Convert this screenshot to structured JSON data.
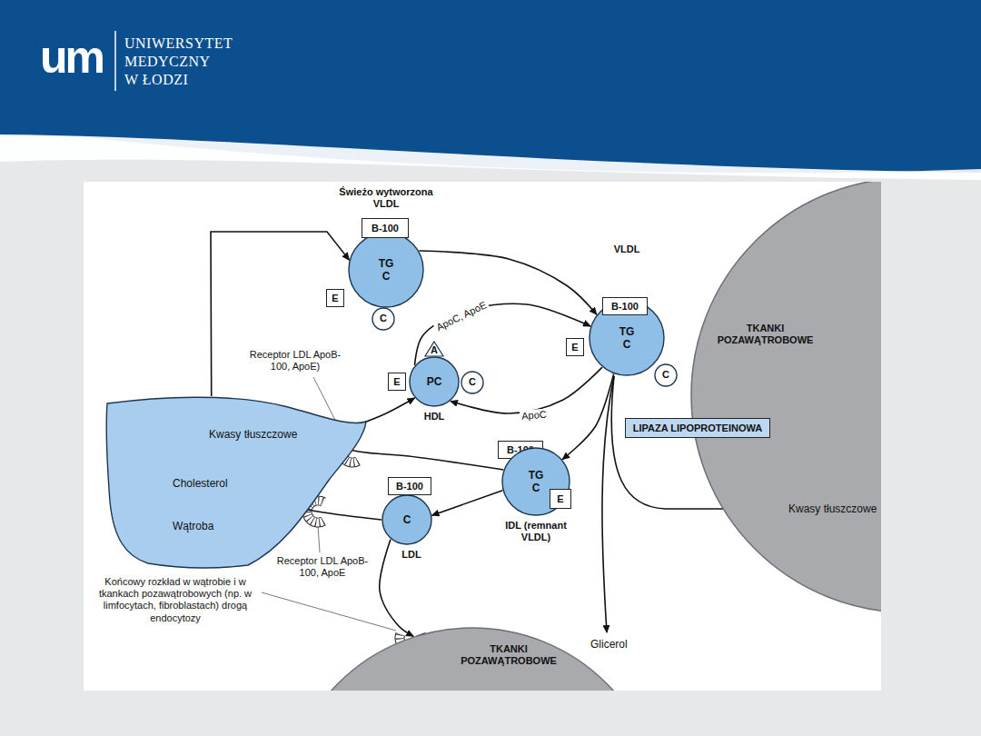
{
  "diagram": {
    "nodes": [
      {
        "text": [
          "Świeżo wytworzona VLDL",
          "TG C"
        ]
      },
      {
        "text": [
          "B-100"
        ]
      },
      {
        "text": [
          "E"
        ]
      },
      {
        "text": [
          "C"
        ]
      },
      {
        "text": [
          "VLDL",
          "TG C"
        ]
      },
      {
        "text": [
          "B-100"
        ]
      },
      {
        "text": [
          "E"
        ]
      },
      {
        "text": [
          "C"
        ]
      },
      {
        "text": [
          "A"
        ]
      },
      {
        "text": [
          "PC",
          "HDL"
        ]
      },
      {
        "text": [
          "E"
        ]
      },
      {
        "text": [
          "C"
        ]
      },
      {
        "text": [
          "Kwasy tłuszczowe",
          "Cholesterol",
          "Wątroba"
        ]
      },
      {
        "text": [
          "TKANKI POZAWĄTROBOWE"
        ]
      },
      {
        "text": [
          "LIPAZA LIPOPROTEINOWA"
        ]
      },
      {
        "text": [
          "B-100"
        ]
      },
      {
        "text": [
          "TG C",
          "IDL (remnant VLDL)"
        ]
      },
      {
        "text": [
          "E"
        ]
      },
      {
        "text": [
          "B-100"
        ]
      },
      {
        "text": [
          "C",
          "LDL"
        ]
      },
      {
        "text": [
          "TKANKI POZAWĄTROBOWE"
        ]
      }
    ],
    "edges": [
      {
        "from": 12,
        "to": 0,
        "arrow": "to"
      },
      {
        "from": 0,
        "to": 4,
        "arrow": "to"
      },
      {
        "from": 9,
        "to": 4,
        "label": "ApoC, ApoE",
        "arrow": "to"
      },
      {
        "from": 4,
        "to": 9,
        "label": "ApoC",
        "arrow": "to"
      },
      {
        "from": 4,
        "to": 16,
        "arrow": "to"
      },
      {
        "from": 16,
        "to": 12,
        "arrow": "to"
      },
      {
        "from": 16,
        "to": 19,
        "arrow": "to"
      },
      {
        "from": 19,
        "to": 12,
        "arrow": "to"
      },
      {
        "from": 19,
        "to": 20,
        "arrow": "to"
      },
      {
        "from": 12,
        "to": 9,
        "arrow": "to"
      }
    ],
    "labels": [
      "um",
      "UNIWERSYTET",
      "MEDYCZNY",
      "W ŁODZI",
      "Receptor LDL ApoB-100, ApoE)",
      "Receptor LDL ApoB-100, ApoE",
      "Końcowy rozkład w wątrobie i w tkankach pozawątrobowych (np. w limfocytach, fibroblastach) drogą endocytozy",
      "Kwasy tłuszczowe",
      "Glicerol"
    ]
  }
}
